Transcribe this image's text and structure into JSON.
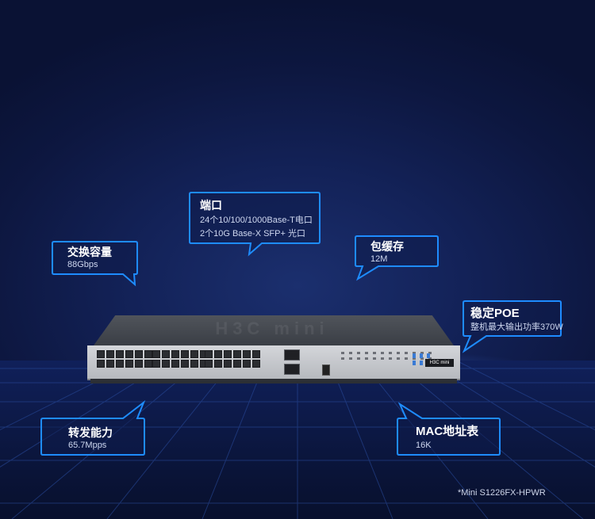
{
  "callouts": {
    "ports": {
      "title": "端口",
      "line1": "24个10/100/1000Base-T电口",
      "line2": "2个10G Base-X SFP+ 光口"
    },
    "switching_capacity": {
      "title": "交换容量",
      "value": "88Gbps"
    },
    "buffer": {
      "title": "包缓存",
      "value": "12M"
    },
    "poe": {
      "title": "稳定POE",
      "value": "整机最大输出功率370W"
    },
    "forwarding": {
      "title": "转发能力",
      "value": "65.7Mpps"
    },
    "mac_table": {
      "title": "MAC地址表",
      "value": "16K"
    }
  },
  "device": {
    "top_logo": "H3C mini",
    "brand_badge": "H3C mini"
  },
  "footnote": "*Mini S1226FX-HPWR",
  "colors": {
    "callout_border": "#1e8cff",
    "background": "#132258"
  }
}
